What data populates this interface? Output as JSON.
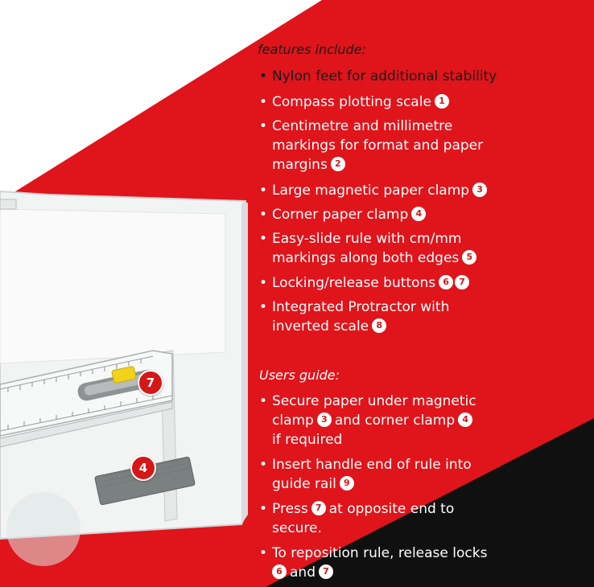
{
  "features": {
    "heading": "features include:",
    "items": [
      {
        "lines": [
          "Nylon feet for additional stability"
        ],
        "num": ""
      },
      {
        "lines": [
          "Compass plotting scale"
        ],
        "num": "1"
      },
      {
        "lines": [
          "Centimetre and millimetre",
          "markings for format and paper",
          "margins"
        ],
        "num": "2"
      },
      {
        "lines": [
          "Large magnetic paper clamp"
        ],
        "num": "3"
      },
      {
        "lines": [
          "Corner paper clamp"
        ],
        "num": "4"
      },
      {
        "lines": [
          "Easy-slide rule with cm/mm",
          "markings along both edges"
        ],
        "num": "5"
      },
      {
        "lines": [
          "Locking/release buttons"
        ],
        "num": "6",
        "num2": "7"
      },
      {
        "lines": [
          "Integrated Protractor with",
          "inverted scale"
        ],
        "num": "8"
      }
    ]
  },
  "guide": {
    "heading": "Users guide:",
    "items": [
      {
        "l1": "Secure paper under magnetic",
        "l2a": "clamp",
        "n1": "3",
        "l2b": "and corner clamp",
        "n2": "4",
        "l3": "if required"
      },
      {
        "l1": "Insert handle end of rule into",
        "l2a": "guide rail",
        "n1": "9"
      },
      {
        "l1a": "Press",
        "n1": "7",
        "l1b": "at opposite end to",
        "l2": "secure."
      },
      {
        "l1": "To reposition rule, release locks",
        "n1": "6",
        "l2mid": "and",
        "n2": "7"
      }
    ]
  },
  "callouts": {
    "seven": "7",
    "four": "4"
  },
  "colors": {
    "red": "#e0141b",
    "black": "#101010",
    "white": "#ffffff"
  }
}
